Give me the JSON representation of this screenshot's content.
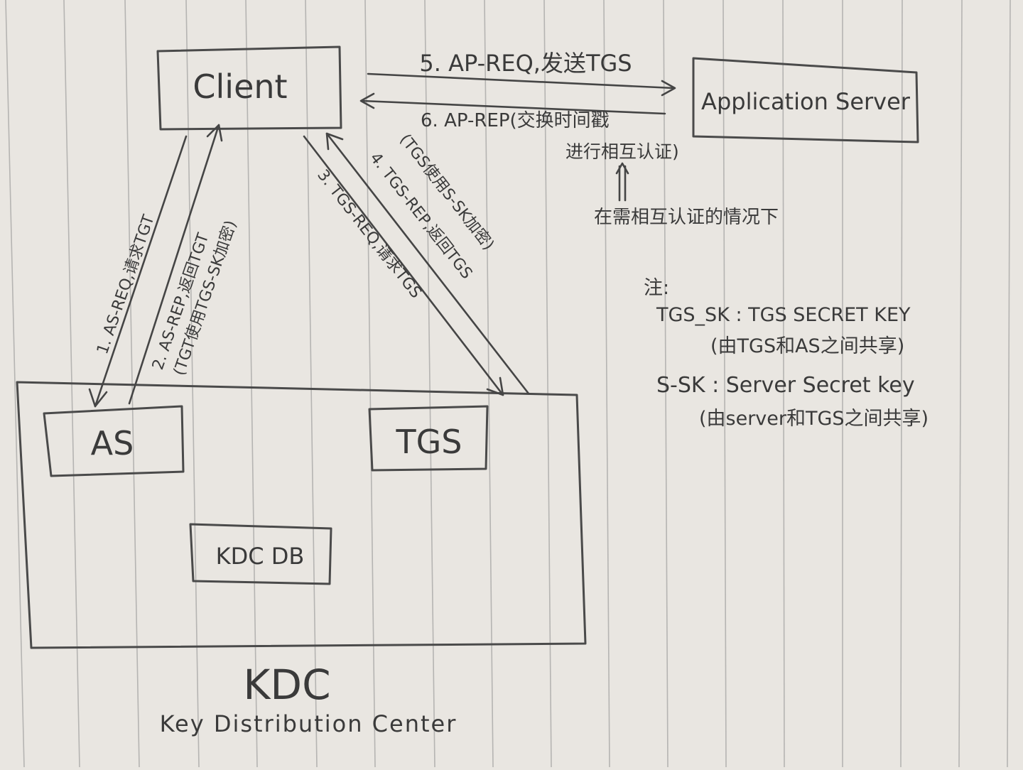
{
  "nodes": {
    "client": "Client",
    "app_server": "Application Server",
    "as": "AS",
    "tgs": "TGS",
    "kdc_db": "KDC DB",
    "kdc": "KDC",
    "kdc_full": "Key Distribution Center"
  },
  "messages": {
    "m1": "1. AS-REQ,请求TGT",
    "m2": "2. AS-REP,返回TGT",
    "m2_sub": "(TGT使用TGS-SK加密)",
    "m3": "3. TGS-REQ,请求TGS",
    "m4": "4. TGS-REP,返回TGS",
    "m4_sub": "(TGS使用S-SK加密)",
    "m5": "5. AP-REQ,发送TGS",
    "m6": "6. AP-REP(交换时间戳",
    "m6_sub": "进行相互认证)",
    "m6_note": "在需相互认证的情况下"
  },
  "notes": {
    "title": "注:",
    "tgs_sk": "TGS_SK : TGS SECRET KEY",
    "tgs_sk_desc": "(由TGS和AS之间共享)",
    "s_sk": "S-SK : Server Secret key",
    "s_sk_desc": "(由server和TGS之间共享)"
  }
}
